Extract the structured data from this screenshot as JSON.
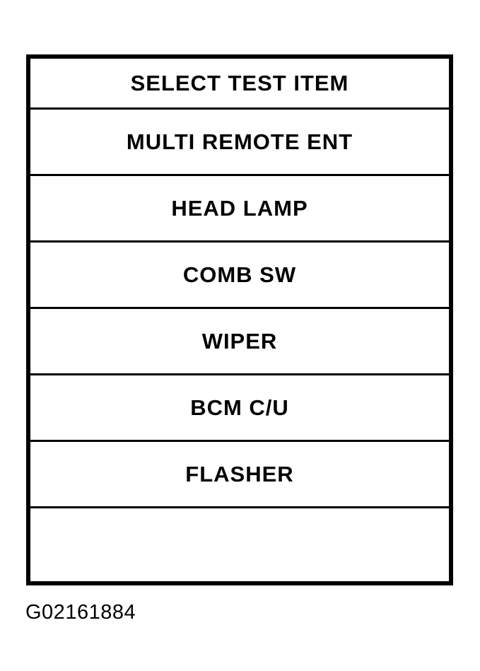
{
  "colors": {
    "ink": "#000000",
    "paper": "#ffffff"
  },
  "menu": {
    "header": "SELECT TEST ITEM",
    "items": [
      {
        "label": "MULTI REMOTE ENT"
      },
      {
        "label": "HEAD LAMP"
      },
      {
        "label": "COMB SW"
      },
      {
        "label": "WIPER"
      },
      {
        "label": "BCM C/U"
      },
      {
        "label": "FLASHER"
      },
      {
        "label": ""
      }
    ]
  },
  "figure": {
    "caption": "G02161884"
  }
}
